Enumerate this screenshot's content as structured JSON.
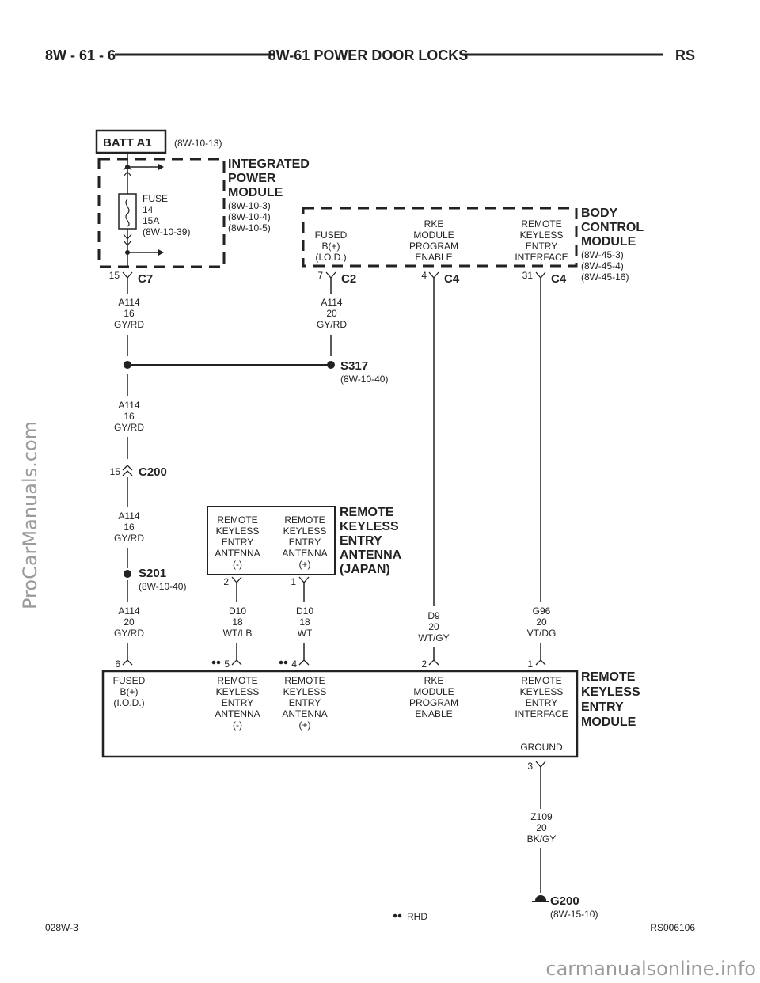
{
  "header": {
    "page": "8W - 61 - 6",
    "title": "8W-61 POWER DOOR LOCKS",
    "section": "RS"
  },
  "batt": {
    "label": "BATT A1",
    "ref": "(8W-10-13)"
  },
  "ipm": {
    "title_lines": [
      "INTEGRATED",
      "POWER",
      "MODULE"
    ],
    "refs": [
      "(8W-10-3)",
      "(8W-10-4)",
      "(8W-10-5)"
    ],
    "fuse_lines": [
      "FUSE",
      "14",
      "15A",
      "(8W-10-39)"
    ]
  },
  "bcm": {
    "title_lines": [
      "BODY",
      "CONTROL",
      "MODULE"
    ],
    "refs": [
      "(8W-45-3)",
      "(8W-45-4)",
      "(8W-45-16)"
    ],
    "pin_fused": [
      "FUSED",
      "B(+)",
      "(I.O.D.)"
    ],
    "pin_rke": [
      "RKE",
      "MODULE",
      "PROGRAM",
      "ENABLE"
    ],
    "pin_interface": [
      "REMOTE",
      "KEYLESS",
      "ENTRY",
      "INTERFACE"
    ]
  },
  "connectors": {
    "c7": {
      "pin": "15",
      "name": "C7"
    },
    "c2": {
      "pin": "7",
      "name": "C2"
    },
    "c4a": {
      "pin": "4",
      "name": "C4"
    },
    "c4b": {
      "pin": "31",
      "name": "C4"
    },
    "c200": {
      "pin": "15",
      "name": "C200"
    }
  },
  "wires": {
    "a114_1": [
      "A114",
      "16",
      "GY/RD"
    ],
    "a114_2": [
      "A114",
      "20",
      "GY/RD"
    ],
    "a114_3": [
      "A114",
      "16",
      "GY/RD"
    ],
    "a114_4": [
      "A114",
      "16",
      "GY/RD"
    ],
    "a114_5": [
      "A114",
      "20",
      "GY/RD"
    ],
    "d10_lb": [
      "D10",
      "18",
      "WT/LB"
    ],
    "d10_wt": [
      "D10",
      "18",
      "WT"
    ],
    "d9": [
      "D9",
      "20",
      "WT/GY"
    ],
    "g96": [
      "G96",
      "20",
      "VT/DG"
    ],
    "z109": [
      "Z109",
      "20",
      "BK/GY"
    ]
  },
  "splices": {
    "s317": {
      "name": "S317",
      "ref": "(8W-10-40)"
    },
    "s201": {
      "name": "S201",
      "ref": "(8W-10-40)"
    }
  },
  "antenna": {
    "title_lines": [
      "REMOTE",
      "KEYLESS",
      "ENTRY",
      "ANTENNA",
      "(JAPAN)"
    ],
    "pin_neg": [
      "REMOTE",
      "KEYLESS",
      "ENTRY",
      "ANTENNA",
      "(-)"
    ],
    "pin_pos": [
      "REMOTE",
      "KEYLESS",
      "ENTRY",
      "ANTENNA",
      "(+)"
    ],
    "pin_neg_num": "2",
    "pin_pos_num": "1"
  },
  "rke": {
    "title_lines": [
      "REMOTE",
      "KEYLESS",
      "ENTRY",
      "MODULE"
    ],
    "pin_fused": [
      "FUSED",
      "B(+)",
      "(I.O.D.)"
    ],
    "pin_ant_neg": [
      "REMOTE",
      "KEYLESS",
      "ENTRY",
      "ANTENNA",
      "(-)"
    ],
    "pin_ant_pos": [
      "REMOTE",
      "KEYLESS",
      "ENTRY",
      "ANTENNA",
      "(+)"
    ],
    "pin_rke": [
      "RKE",
      "MODULE",
      "PROGRAM",
      "ENABLE"
    ],
    "pin_interface": [
      "REMOTE",
      "KEYLESS",
      "ENTRY",
      "INTERFACE"
    ],
    "ground_label": "GROUND",
    "pins": {
      "p6": "6",
      "p5": "5",
      "p4": "4",
      "p2": "2",
      "p1": "1",
      "p3": "3"
    }
  },
  "ground": {
    "name": "G200",
    "ref": "(8W-15-10)"
  },
  "legend": {
    "rhd": "RHD"
  },
  "footer": {
    "left": "028W-3",
    "right": "RS006106"
  },
  "watermarks": {
    "side": "ProCarManuals.com",
    "bottom": "carmanualsonline.info"
  }
}
